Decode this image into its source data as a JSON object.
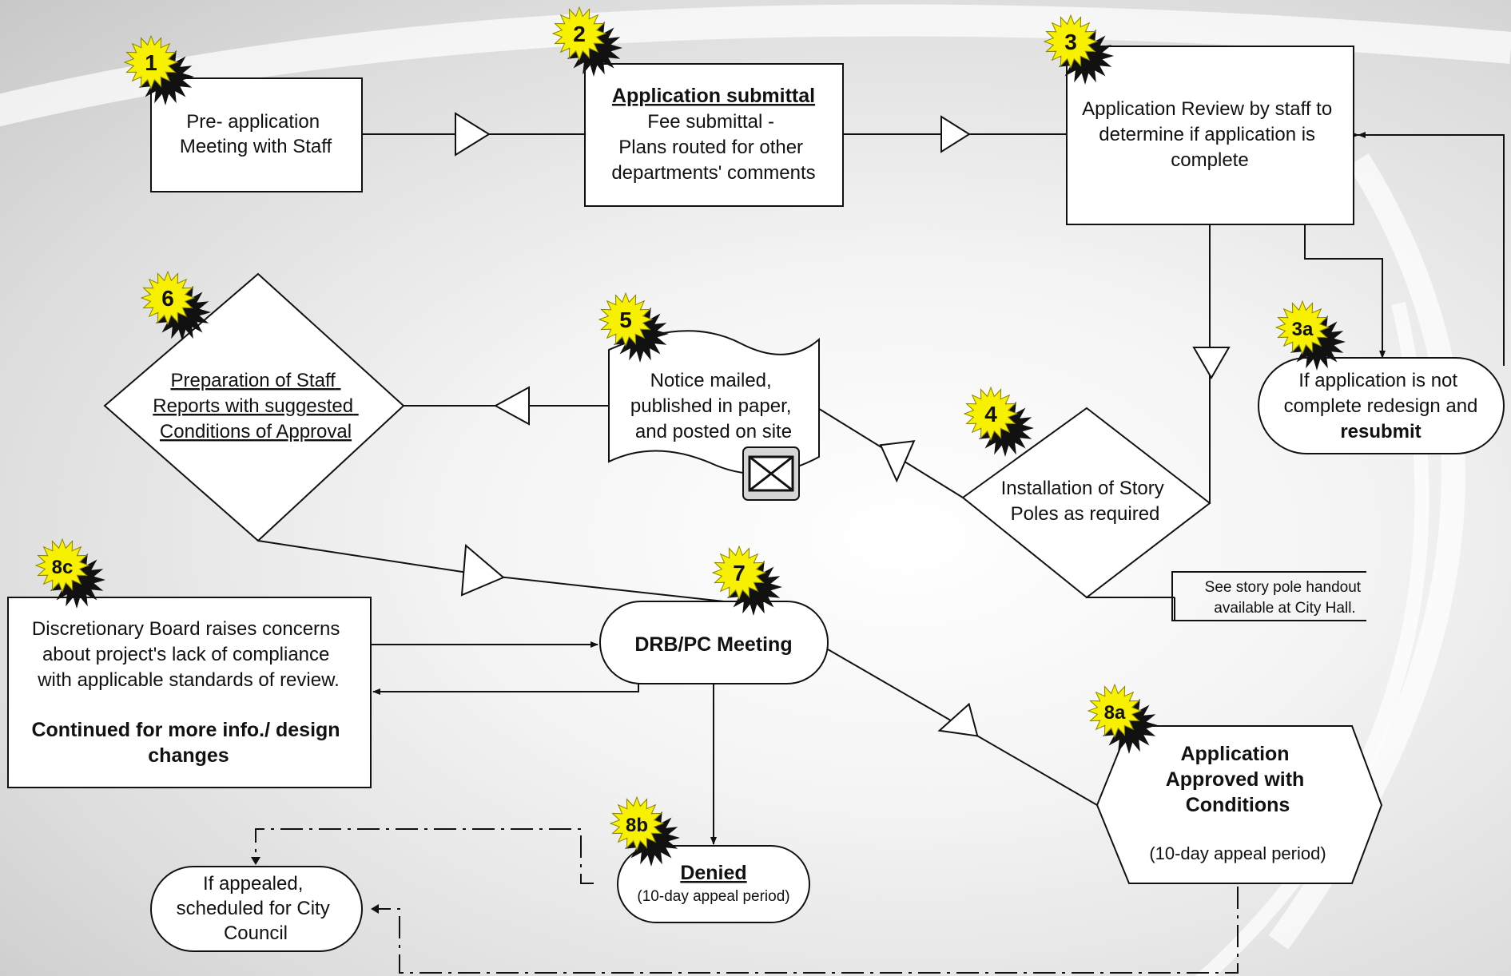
{
  "nodes": {
    "n1": {
      "badge": "1",
      "lines": [
        "Pre- application",
        "Meeting with Staff"
      ]
    },
    "n2": {
      "badge": "2",
      "title": "Application submittal",
      "lines": [
        "Fee submittal -",
        "Plans routed for other",
        "departments' comments"
      ]
    },
    "n3": {
      "badge": "3",
      "lines": [
        "Application Review by staff to",
        "determine if application is",
        "complete"
      ]
    },
    "n3a": {
      "badge": "3a",
      "lines": [
        "If application is not",
        "complete redesign and"
      ],
      "bold_line": "resubmit"
    },
    "n4": {
      "badge": "4",
      "lines": [
        "Installation of Story",
        "Poles as required"
      ]
    },
    "n4_note": {
      "lines": [
        "See story pole handout",
        "available at City Hall."
      ]
    },
    "n5": {
      "badge": "5",
      "lines": [
        "Notice mailed,",
        "published in paper,",
        "and posted on site"
      ],
      "icon": "envelope-icon"
    },
    "n6": {
      "badge": "6",
      "lines": [
        "Preparation of Staff",
        "Reports with suggested",
        "Conditions of Approval"
      ]
    },
    "n7": {
      "badge": "7",
      "title": "DRB/PC Meeting"
    },
    "n8a": {
      "badge": "8a",
      "bold_lines": [
        "Application",
        "Approved with",
        "Conditions"
      ],
      "note": "(10-day appeal period)"
    },
    "n8b": {
      "badge": "8b",
      "title": "Denied",
      "note": "(10-day appeal period)"
    },
    "n8c": {
      "badge": "8c",
      "lines": [
        "Discretionary Board raises concerns",
        "about project's lack of compliance",
        "with applicable standards of review."
      ],
      "bold_lines": [
        "Continued for more info./ design",
        "changes"
      ]
    },
    "appeal": {
      "lines": [
        "If appealed,",
        "scheduled for City",
        "Council"
      ]
    }
  },
  "colors": {
    "badge_fill": "#f7f000",
    "badge_shadow": "#111111",
    "stroke": "#111111",
    "box_fill": "#ffffff"
  }
}
